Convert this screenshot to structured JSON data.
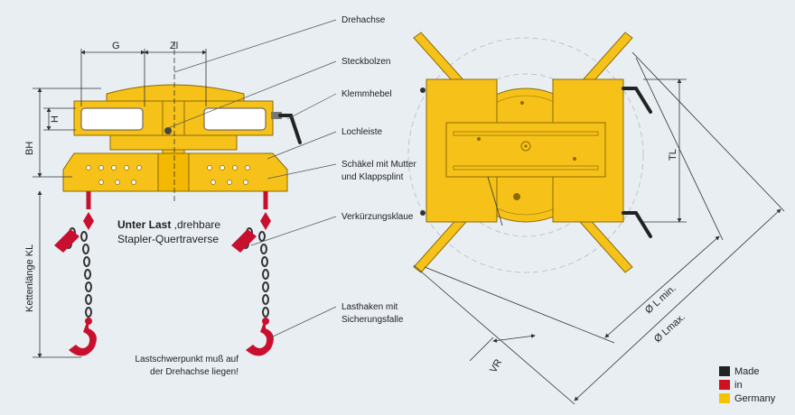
{
  "colors": {
    "background": "#e9eef3",
    "yellow": "#f6c21a",
    "yellow_dark": "#c99500",
    "red": "#c8102e",
    "line": "#333333",
    "black": "#1a1a1a"
  },
  "dimensions": {
    "g": "G",
    "zl": "Zl",
    "h": "H",
    "bh": "BH",
    "kettenlaenge": "Kettenlänge KL",
    "tl": "TL",
    "vr": "VR",
    "l_min": "Ø L min.",
    "l_max": "Ø Lmax."
  },
  "callouts": {
    "drehachse": "Drehachse",
    "steckbolzen": "Steckbolzen",
    "klemmhebel": "Klemmhebel",
    "lochleiste": "Lochleiste",
    "schaekel_1": "Schäkel mit Mutter",
    "schaekel_2": "und Klappsplint",
    "verkuerzungsklaue": "Verkürzungsklaue",
    "lasthaken_1": "Lasthaken mit",
    "lasthaken_2": "Sicherungsfalle"
  },
  "caption": {
    "bold": "Unter Last",
    "rest": " ,drehbare",
    "line2": "Stapler-Quertraverse"
  },
  "note": {
    "line1": "Lastschwerpunkt muß auf",
    "line2": "der Drehachse liegen!"
  },
  "legend": [
    {
      "label": "Made",
      "color": "#222222"
    },
    {
      "label": "in",
      "color": "#d0101e"
    },
    {
      "label": "Germany",
      "color": "#f5c400"
    }
  ]
}
